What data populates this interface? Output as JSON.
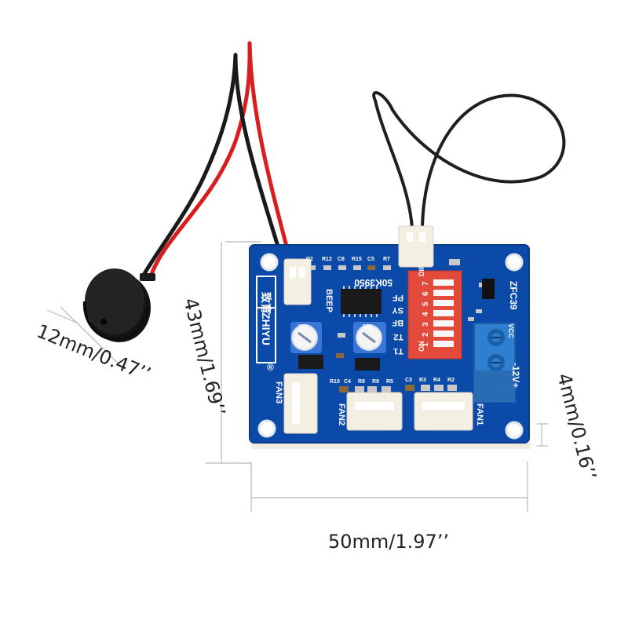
{
  "colors": {
    "pcb": "#0b4aa8",
    "pcb_edge": "#083a85",
    "dip_switch": "#e24a3c",
    "terminal_block": "#2f7fd0",
    "connector": "#f4efe3",
    "wire_red": "#d81e1e",
    "wire_black": "#1a1a1a",
    "buzzer": "#1c1c1c",
    "pot": "#3a76d8"
  },
  "dimensions": {
    "height": "43mm/1.69’’",
    "width": "50mm/1.97’’",
    "buzzer": "12mm/0.47’’",
    "thickness": "4mm/0.16’’"
  },
  "silkscreen": {
    "brand_cn": "致育",
    "brand": "ZHIYU",
    "registered": "®",
    "model": "ZFC39",
    "chip": "50K3950",
    "beep": "BEEP",
    "fan1": "FAN1",
    "fan2": "FAN2",
    "fan3": "FAN3",
    "dip": "DIP",
    "on": "ON",
    "power": "-12V+",
    "vcc": "VCC",
    "pf": "PF",
    "sy": "SY",
    "bf": "BF",
    "t2": "T2",
    "t1": "T1",
    "refs_top": [
      "D2",
      "R12",
      "C8",
      "R15",
      "C5",
      "R7"
    ],
    "refs_mid_left": [
      "R10",
      "C4",
      "R8",
      "R9",
      "R5"
    ],
    "refs_mid_right": [
      "C3",
      "R3",
      "R4",
      "R2"
    ],
    "dip_numbers": [
      "1",
      "2",
      "3",
      "4",
      "5",
      "6",
      "7"
    ],
    "pot_labels": [
      "103",
      "103"
    ]
  }
}
